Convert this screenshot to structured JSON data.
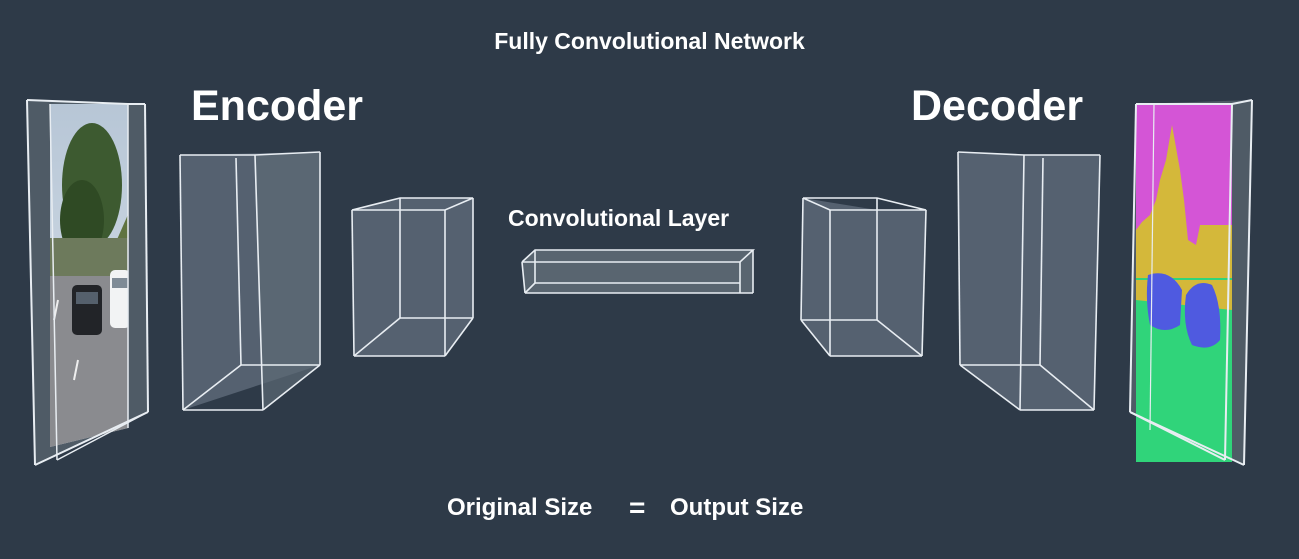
{
  "title": "Fully Convolutional Network",
  "encoder_label": "Encoder",
  "decoder_label": "Decoder",
  "middle_label": "Convolutional Layer",
  "footer": {
    "left": "Original Size",
    "equals": "=",
    "right": "Output Size"
  },
  "colors": {
    "background": "#2e3a48",
    "box_fill": "#596570",
    "box_edge": "#e8edf2",
    "seg_sky": "#d455d6",
    "seg_tree": "#d4b83a",
    "seg_road": "#30d47a",
    "seg_car": "#4f5ae0"
  }
}
